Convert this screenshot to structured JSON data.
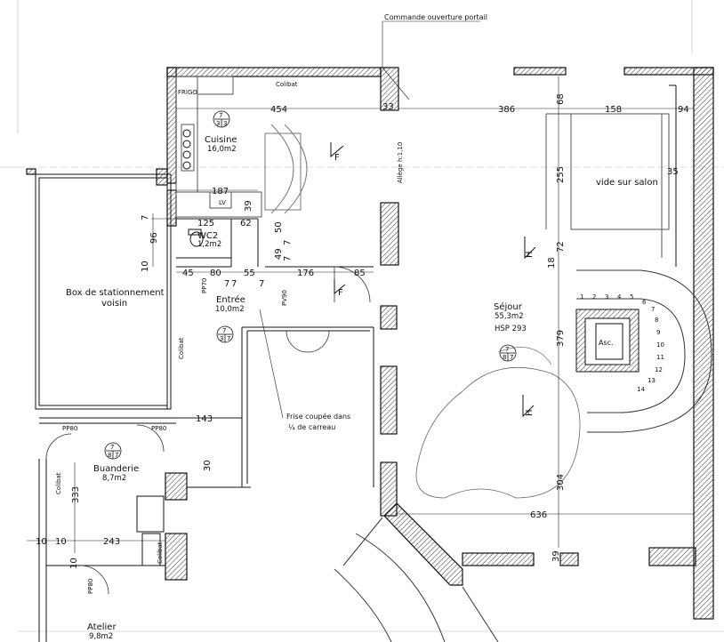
{
  "annotations": {
    "portal": "Commande ouverture portail",
    "frise_line1": "Frise coupée dans",
    "frise_line2": "¼ de carreau",
    "vide": "vide sur salon"
  },
  "rooms": {
    "cuisine": {
      "name": "Cuisine",
      "area": "16,0m2",
      "badge_top": "7",
      "badge_right": "3",
      "badge_bottom": "3"
    },
    "wc2": {
      "name": "WC2",
      "area": "1,2m2"
    },
    "entree": {
      "name": "Entrée",
      "area": "10,0m2",
      "badge_top": "7",
      "badge_right": "7",
      "badge_bottom": "3"
    },
    "box": {
      "name_line1": "Box de stationnement",
      "name_line2": "voisin"
    },
    "sejour": {
      "name": "Séjour",
      "area": "55,3m2",
      "hsp": "HSP 293",
      "badge_top": "7",
      "badge_right": "7",
      "badge_bottom": "8"
    },
    "buanderie": {
      "name": "Buanderie",
      "area": "8,7m2",
      "badge_top": "7",
      "badge_right": "7",
      "badge_bottom": "8"
    },
    "atelier": {
      "name": "Atelier",
      "area": "9,8m2"
    },
    "asc": {
      "name": "Asc."
    }
  },
  "labels": {
    "frigo": "FRIGO",
    "colibat_top": "Colibat",
    "colibat_box": "Colibat",
    "colibat_buand": "Colibat",
    "colibat_left": "Colibat",
    "pp70": "PP70",
    "pv90": "PV90",
    "pp80_a": "PP80",
    "pp80_b": "PP80",
    "pp80_c": "PP80",
    "lv": "LV",
    "alleges": "Allège h:1,10"
  },
  "dimensions": {
    "d454": "454",
    "d33": "33",
    "d386": "386",
    "d68": "68",
    "d158": "158",
    "d94": "94",
    "d255": "255",
    "d35": "35",
    "d187": "187",
    "d39": "39",
    "d125": "125",
    "d62": "62",
    "d7a": "7",
    "d96": "96",
    "d50": "50",
    "d7b": "7",
    "d49": "49",
    "d7c": "7",
    "d10a": "10",
    "d45": "45",
    "d80": "80",
    "d55": "55",
    "d176": "176",
    "d85": "85",
    "d7d": "7",
    "d7e": "7",
    "d7f": "7",
    "d72": "72",
    "d18": "18",
    "d379": "379",
    "d143": "143",
    "d30": "30",
    "d304": "304",
    "d636": "636",
    "d39b": "39",
    "d333": "333",
    "d10b": "10",
    "d10c": "10",
    "d243": "243",
    "d10d": "10"
  },
  "stair_steps": [
    "1",
    "2",
    "3",
    "4",
    "5",
    "6",
    "7",
    "8",
    "9",
    "10",
    "11",
    "12",
    "13",
    "14"
  ],
  "arrows": {
    "f1": "F",
    "f2": "F",
    "h1": "H",
    "h2": "H"
  }
}
